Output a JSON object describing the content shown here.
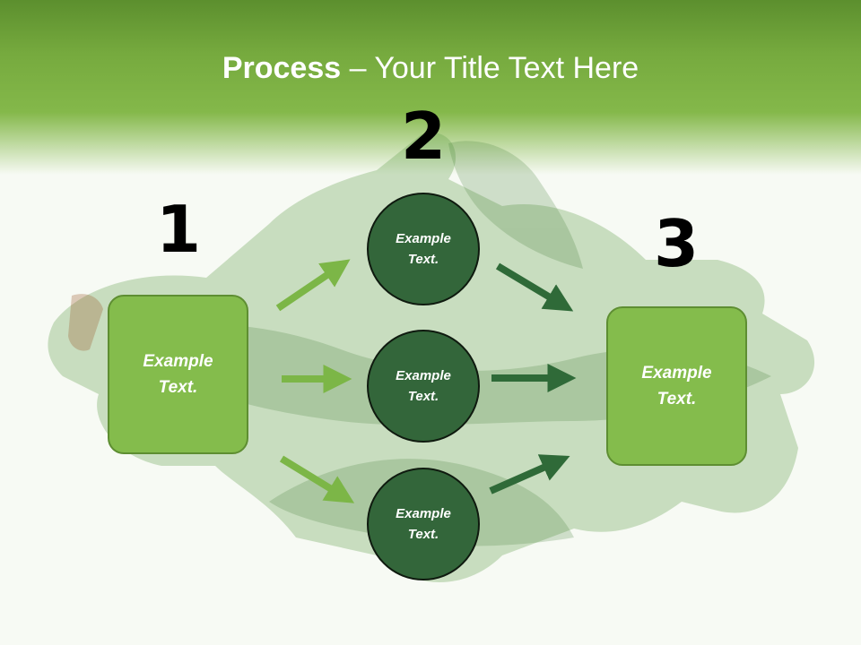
{
  "title": {
    "bold": "Process",
    "rest": " – Your Title Text Here"
  },
  "steps": [
    {
      "number": "1",
      "label": "Example Text."
    },
    {
      "number": "2",
      "label": "Example Text."
    },
    {
      "number": "3",
      "label": "Example Text."
    }
  ],
  "circles": [
    {
      "label": "Example Text."
    },
    {
      "label": "Example Text."
    },
    {
      "label": "Example Text."
    }
  ],
  "colors": {
    "header": "#76aa3e",
    "box_fill": "#84bc4c",
    "circle_fill": "#33663a",
    "arrow_light": "#7cb647",
    "arrow_dark": "#2f6a38"
  },
  "background_image": "arugula-leaves"
}
